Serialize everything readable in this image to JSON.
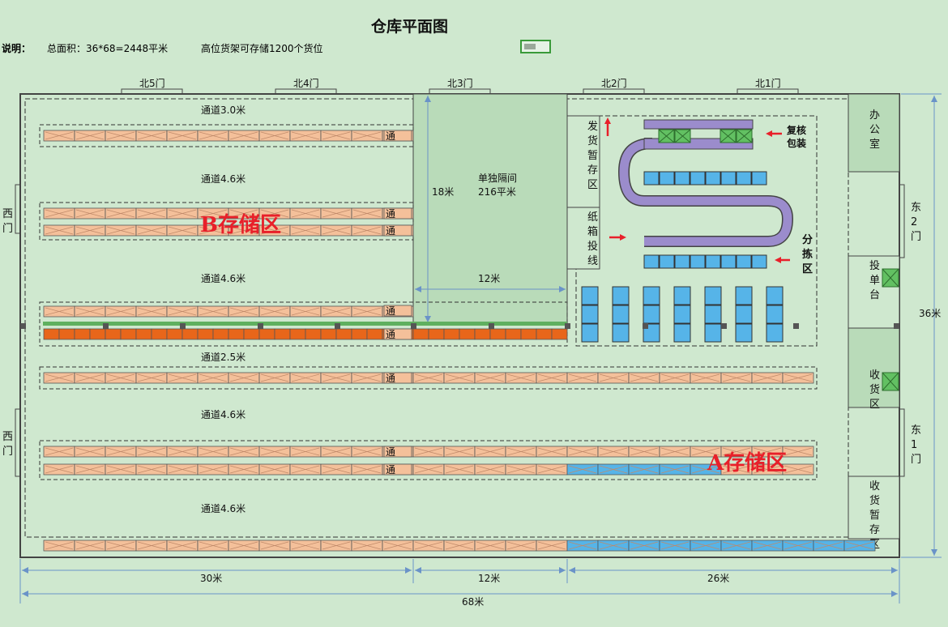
{
  "title": "仓库平面图",
  "note_label": "说明：",
  "note_area": "总面积：36*68=2448平米",
  "note_capacity": "高位货架可存储1200个货位",
  "doors": {
    "north5": "北5门",
    "north4": "北4门",
    "north3": "北3门",
    "north2": "北2门",
    "north1": "北1门",
    "west": "西门",
    "east2": "东2门",
    "east1": "东1门"
  },
  "aisles": [
    "通道3.0米",
    "通道4.6米",
    "通道4.6米",
    "通道2.5米",
    "通道4.6米",
    "通道4.6米"
  ],
  "pass_label": "通",
  "zones": {
    "b": "B存储区",
    "a": "A存储区"
  },
  "separate_room": {
    "label": "单独隔间",
    "area": "216平米",
    "height": "18米",
    "width": "12米"
  },
  "areas": {
    "ship_temp": "发货暂存区",
    "carton_line": "纸箱投线",
    "recheck_pack": [
      "复核",
      "包装"
    ],
    "sorting": "分拣区",
    "office": "办公室",
    "order_desk": "投单台",
    "receiving": "收货区",
    "receiving_temp": "收货暂存区"
  },
  "dimensions": {
    "d30": "30米",
    "d12": "12米",
    "d26": "26米",
    "d68": "68米",
    "d36": "36米"
  },
  "colors": {
    "background": "#cfe8cf",
    "shelf": "#f4c09a",
    "shelf_dark": "#e8661a",
    "shelf_blue": "#56b4e8",
    "conveyor": "#9b8ccc",
    "zone_text": "#e8202a",
    "dimension": "#6a93c8"
  }
}
